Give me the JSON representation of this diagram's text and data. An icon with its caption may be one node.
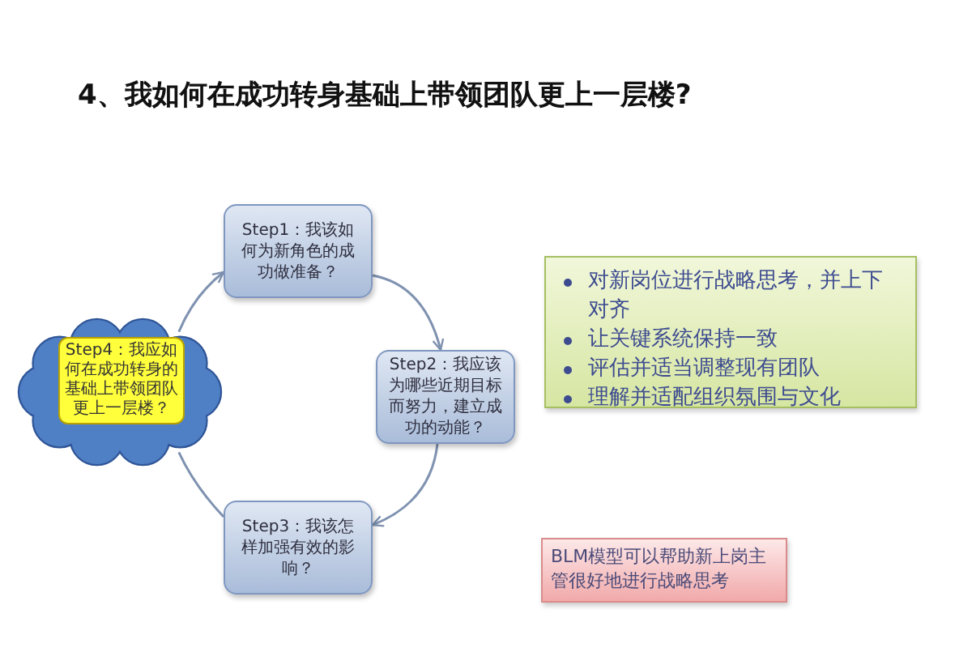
{
  "diagram": {
    "title": "4、我如何在成功转身基础上带领团队更上一层楼?",
    "nodes": [
      {
        "text": [
          "Step1：我该如何为新角色的成功做准备？"
        ]
      },
      {
        "text": [
          "Step2：我应该为哪些近期目标而努力，建立成功的动能？"
        ]
      },
      {
        "text": [
          "Step3：我该怎样加强有效的影响？"
        ]
      },
      {
        "text": [
          "Step4：我应如何在成功转身的基础上带领团队更上一层楼？"
        ]
      },
      {
        "text": [
          "对新岗位进行战略思考，并上下对齐",
          "让关键系统保持一致",
          "评估并适当调整现有团队",
          "理解并适配组织氛围与文化"
        ]
      },
      {
        "text": [
          "BLM模型可以帮助新上岗主管很好地进行战略思考"
        ]
      }
    ],
    "edges": [
      {
        "from": 0,
        "to": 1,
        "arrow": "to"
      },
      {
        "from": 1,
        "to": 2,
        "arrow": "to"
      },
      {
        "from": 2,
        "to": 3,
        "arrow": "none"
      },
      {
        "from": 3,
        "to": 0,
        "arrow": "to"
      }
    ]
  }
}
